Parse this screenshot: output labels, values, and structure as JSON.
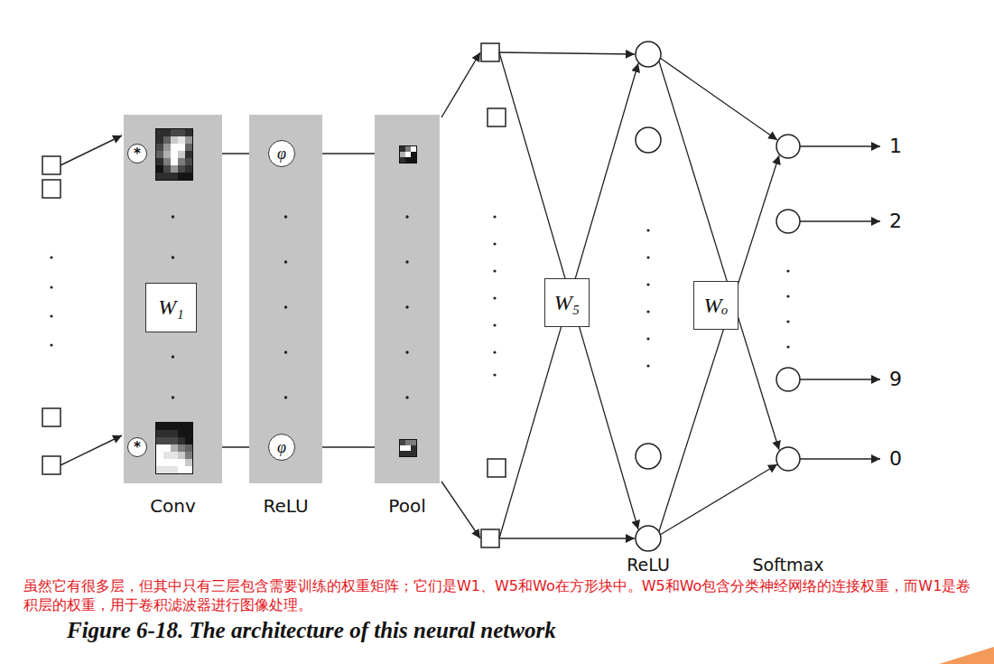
{
  "diagram": {
    "caption": "Figure 6-18. The architecture of this neural network",
    "nodes": [
      {
        "text": [
          "Conv"
        ]
      },
      {
        "text": [
          "*"
        ],
        "in": 0
      },
      {
        "text": [
          "W₁"
        ],
        "in": 0
      },
      {
        "text": [
          "*"
        ],
        "in": 0
      },
      {
        "text": [
          "ReLU"
        ]
      },
      {
        "text": [
          "φ"
        ],
        "in": 4
      },
      {
        "text": [
          "φ"
        ],
        "in": 4
      },
      {
        "text": [
          "Pool"
        ]
      },
      {
        "text": [
          "W₅"
        ]
      },
      {
        "text": [
          "Wₒ"
        ]
      }
    ],
    "edges": [
      {
        "from": 1,
        "to": 5,
        "arrow": "to"
      },
      {
        "from": 3,
        "to": 6,
        "arrow": "to"
      }
    ],
    "labels": [
      "1",
      "2",
      "9",
      "0",
      "ReLU",
      "Softmax",
      "虽然它有很多层，但其中只有三层包含需要训练的权重矩阵；它们是W1、W5和Wo在方形块中。W5和Wo包含分类神经网络的连接权重，而W1是卷积层的权重，用于卷积滤波器进行图像处理。"
    ]
  }
}
